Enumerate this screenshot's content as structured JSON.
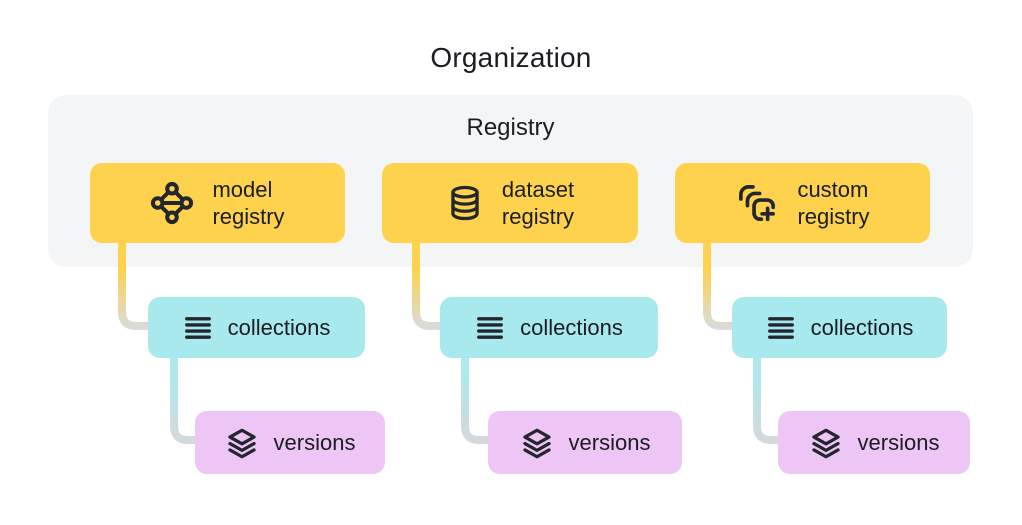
{
  "title": "Organization",
  "registry_panel": {
    "label": "Registry"
  },
  "branches": [
    {
      "registry_box": {
        "line1": "model",
        "line2": "registry",
        "icon": "model-network-icon"
      },
      "collections_box": {
        "label": "collections",
        "icon": "list-lines-icon"
      },
      "versions_box": {
        "label": "versions",
        "icon": "layers-icon"
      }
    },
    {
      "registry_box": {
        "line1": "dataset",
        "line2": "registry",
        "icon": "database-icon"
      },
      "collections_box": {
        "label": "collections",
        "icon": "list-lines-icon"
      },
      "versions_box": {
        "label": "versions",
        "icon": "layers-icon"
      }
    },
    {
      "registry_box": {
        "line1": "custom",
        "line2": "registry",
        "icon": "stacked-squares-plus-icon"
      },
      "collections_box": {
        "label": "collections",
        "icon": "list-lines-icon"
      },
      "versions_box": {
        "label": "versions",
        "icon": "layers-icon"
      }
    }
  ],
  "colors": {
    "background": "#ffffff",
    "panel_bg": "#f4f5f7",
    "registry_box_bg": "#ffd24d",
    "collections_box_bg": "#a8e9ed",
    "versions_box_bg": "#eec6f5",
    "text": "#1a1d21",
    "icon": "#23272d",
    "connector_gray": "#d8dbdf",
    "connector_yellow": "#ffd24d",
    "connector_cyan": "#ade9ed"
  }
}
